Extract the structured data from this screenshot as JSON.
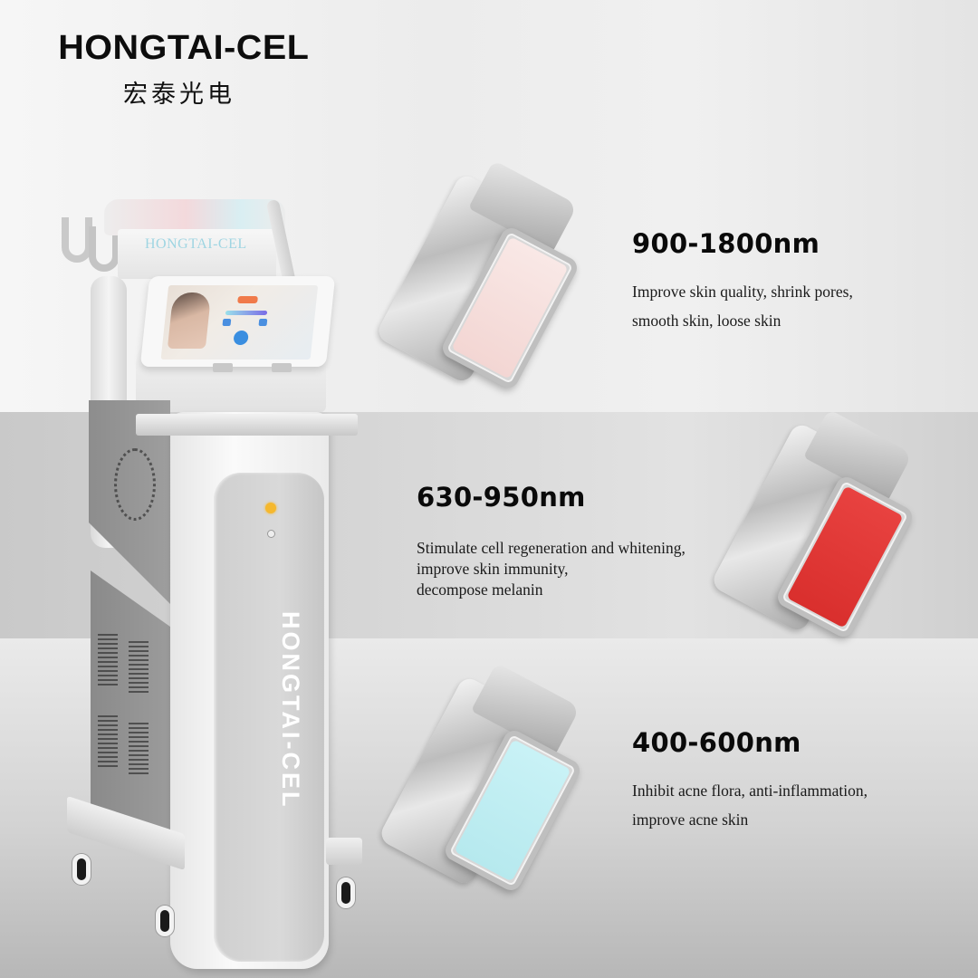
{
  "brand": {
    "name_en": "HONGTAI-CEL",
    "name_cn": "宏泰光电"
  },
  "machine": {
    "head_label": "HONGTAI-CEL",
    "body_label": "HONGTAI-CEL"
  },
  "features": [
    {
      "wavelength": "900-1800nm",
      "description_lines": [
        "Improve skin quality, shrink pores,",
        "smooth skin, loose skin"
      ],
      "lens_color": "#f6dfdc"
    },
    {
      "wavelength": "630-950nm",
      "description_lines": [
        "Stimulate cell regeneration and whitening,",
        "improve skin immunity,",
        "decompose melanin"
      ],
      "lens_color": "#e23a38"
    },
    {
      "wavelength": "400-600nm",
      "description_lines": [
        "Inhibit acne flora, anti-inflammation,",
        "improve acne skin"
      ],
      "lens_color": "#bfeef3"
    }
  ]
}
